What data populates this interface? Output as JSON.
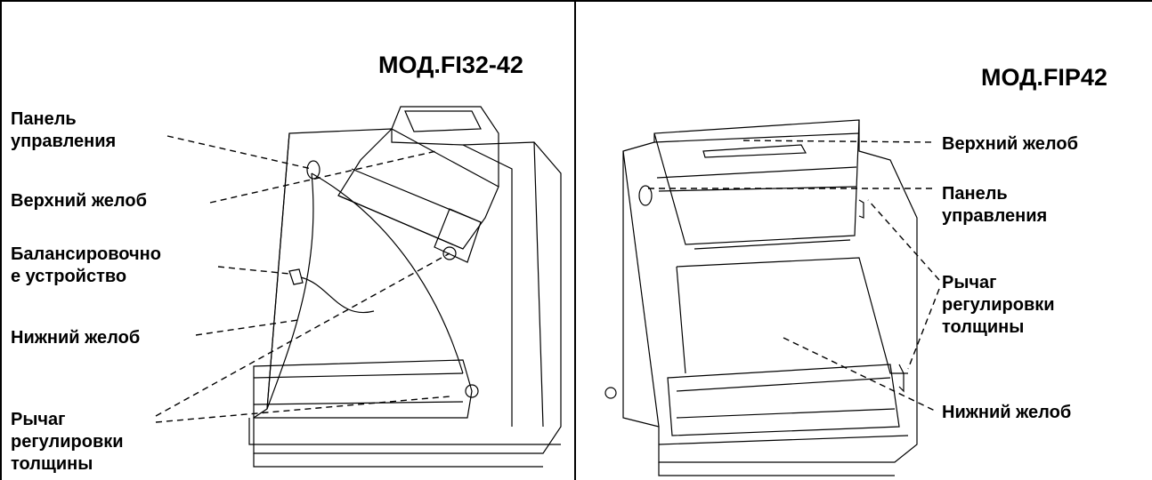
{
  "left_panel": {
    "model": "МОД.FI32-42",
    "labels": {
      "control_panel": "Панель\nуправления",
      "upper_chute": "Верхний желоб",
      "balancer": "Балансировочно\nе устройство",
      "lower_chute": "Нижний желоб",
      "thickness_lever": "Рычаг\nрегулировки\nтолщины"
    }
  },
  "right_panel": {
    "model": "МОД.FIP42",
    "labels": {
      "upper_chute": "Верхний желоб",
      "control_panel": "Панель\nуправления",
      "thickness_lever": "Рычаг\nрегулировки\nтолщины",
      "lower_chute": "Нижний желоб"
    }
  }
}
